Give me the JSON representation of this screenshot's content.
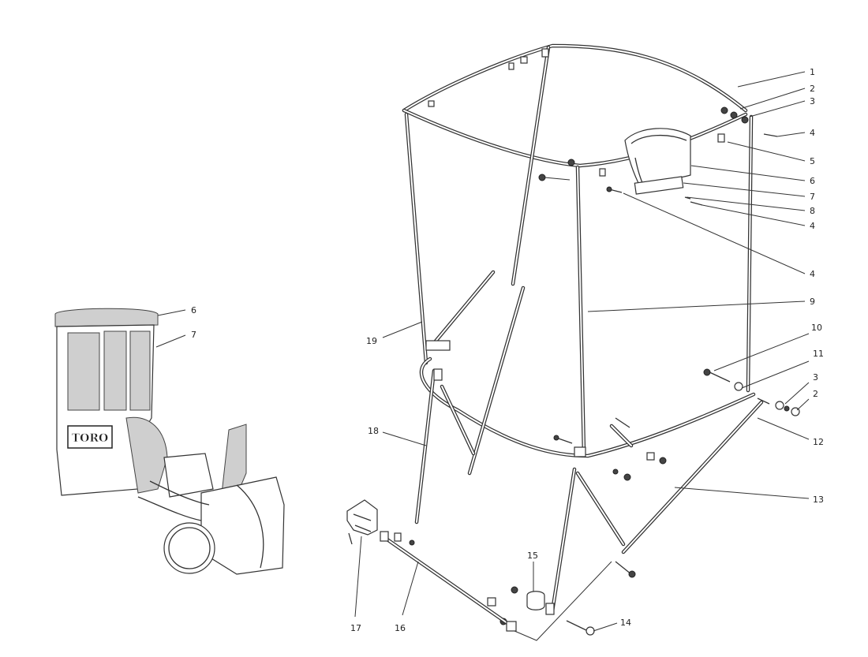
{
  "callouts": [
    {
      "id": "c1",
      "label": "1"
    },
    {
      "id": "c2a",
      "label": "2"
    },
    {
      "id": "c3a",
      "label": "3"
    },
    {
      "id": "c4a",
      "label": "4"
    },
    {
      "id": "c5",
      "label": "5"
    },
    {
      "id": "c6a",
      "label": "6"
    },
    {
      "id": "c7a",
      "label": "7"
    },
    {
      "id": "c8",
      "label": "8"
    },
    {
      "id": "c4b",
      "label": "4"
    },
    {
      "id": "c4c",
      "label": "4"
    },
    {
      "id": "c9",
      "label": "9"
    },
    {
      "id": "c10",
      "label": "10"
    },
    {
      "id": "c11",
      "label": "11"
    },
    {
      "id": "c3b",
      "label": "3"
    },
    {
      "id": "c2b",
      "label": "2"
    },
    {
      "id": "c12",
      "label": "12"
    },
    {
      "id": "c13",
      "label": "13"
    },
    {
      "id": "c14",
      "label": "14"
    },
    {
      "id": "c15",
      "label": "15"
    },
    {
      "id": "c16",
      "label": "16"
    },
    {
      "id": "c17",
      "label": "17"
    },
    {
      "id": "c18",
      "label": "18"
    },
    {
      "id": "c19",
      "label": "19"
    },
    {
      "id": "c6b",
      "label": "6"
    },
    {
      "id": "c7b",
      "label": "7"
    }
  ],
  "brand_logo": "TORO"
}
